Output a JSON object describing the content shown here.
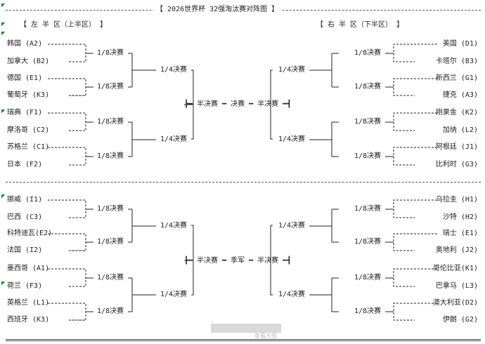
{
  "title": "【 2026世界杯 32强淘汰赛对阵图 】",
  "halves": {
    "left": "【 左 半 区（上半区） 】",
    "right": "【 右 半 区（下半区） 】"
  },
  "top": {
    "left": [
      "韩国 (A2)",
      "加拿大 (B2)",
      "德国 (E1)",
      "葡萄牙 (K3)",
      "瑞典 (F1)",
      "摩洛哥 (C2)",
      "苏格兰 (C1)",
      "日本 (F2)"
    ],
    "right": [
      "美国 (D1)",
      "卡塔尔 (B3)",
      "新西兰 (G1)",
      "捷克 (A3)",
      "刚果金 (K2)",
      "加纳 (L2)",
      "阿根廷 (J1)",
      "比利时 (G3)"
    ],
    "center": "┣━ 半决赛 ━ 决赛 ━ 半决赛 ━┫"
  },
  "bottom": {
    "left": [
      "挪威 (I1)",
      "巴西 (C3)",
      "科特迪瓦(E2)",
      "法国 (I2)",
      "墨西哥 (A1)",
      "荷兰 (F3)",
      "英格兰 (L1)",
      "西班牙 (K3)"
    ],
    "right": [
      "乌拉圭 (H1)",
      "沙特 (H2)",
      "瑞士 (E1)",
      "奥地利 (J2)",
      "哥伦比亚(K1)",
      "巴拿马 (L3)",
      "澳大利亚(D2)",
      "伊朗 (G2)"
    ],
    "center": "┣━ 半决赛 ━ 季军 ━ 半决赛 ━┫"
  },
  "round_labels": {
    "r16": "1/8决赛",
    "qf": "1/4决赛"
  },
  "overlay_hint": "查看大图"
}
